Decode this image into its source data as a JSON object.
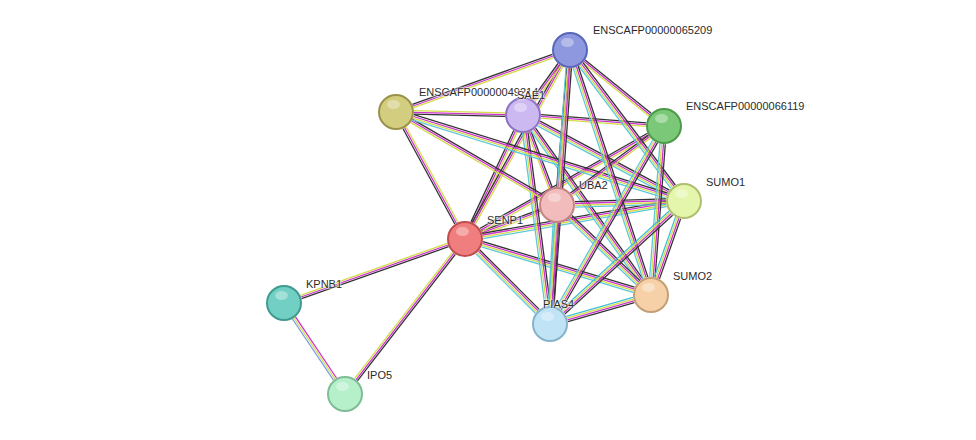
{
  "diagram": {
    "nodes": [
      {
        "text": [
          "ENSCAFP00000065209"
        ]
      },
      {
        "text": [
          "ENSCAFP00000049214"
        ]
      },
      {
        "text": [
          "SAE1"
        ]
      },
      {
        "text": [
          "ENSCAFP00000066119"
        ]
      },
      {
        "text": [
          "SUMO1"
        ]
      },
      {
        "text": [
          "UBA2"
        ]
      },
      {
        "text": [
          "SENP1"
        ]
      },
      {
        "text": [
          "KPNB1"
        ]
      },
      {
        "text": [
          "SUMO2"
        ]
      },
      {
        "text": [
          "PIAS4"
        ]
      },
      {
        "text": [
          "IPO5"
        ]
      }
    ],
    "edges": [
      {
        "from": 6,
        "to": 7,
        "arrow": "none"
      },
      {
        "from": 6,
        "to": 10,
        "arrow": "none"
      },
      {
        "from": 7,
        "to": 10,
        "arrow": "none"
      },
      {
        "from": 6,
        "to": 1,
        "arrow": "none"
      },
      {
        "from": 6,
        "to": 2,
        "arrow": "none"
      },
      {
        "from": 6,
        "to": 5,
        "arrow": "none"
      },
      {
        "from": 6,
        "to": 4,
        "arrow": "none"
      },
      {
        "from": 6,
        "to": 8,
        "arrow": "none"
      },
      {
        "from": 6,
        "to": 9,
        "arrow": "none"
      },
      {
        "from": 6,
        "to": 3,
        "arrow": "none"
      },
      {
        "from": 6,
        "to": 0,
        "arrow": "none"
      },
      {
        "from": 2,
        "to": 1,
        "arrow": "none"
      },
      {
        "from": 2,
        "to": 0,
        "arrow": "none"
      },
      {
        "from": 2,
        "to": 3,
        "arrow": "none"
      },
      {
        "from": 2,
        "to": 5,
        "arrow": "none"
      },
      {
        "from": 2,
        "to": 4,
        "arrow": "none"
      },
      {
        "from": 2,
        "to": 8,
        "arrow": "none"
      },
      {
        "from": 2,
        "to": 9,
        "arrow": "none"
      },
      {
        "from": 1,
        "to": 0,
        "arrow": "none"
      },
      {
        "from": 1,
        "to": 5,
        "arrow": "none"
      },
      {
        "from": 1,
        "to": 4,
        "arrow": "none"
      },
      {
        "from": 5,
        "to": 0,
        "arrow": "none"
      },
      {
        "from": 5,
        "to": 3,
        "arrow": "none"
      },
      {
        "from": 5,
        "to": 4,
        "arrow": "none"
      },
      {
        "from": 5,
        "to": 8,
        "arrow": "none"
      },
      {
        "from": 5,
        "to": 9,
        "arrow": "none"
      },
      {
        "from": 0,
        "to": 3,
        "arrow": "none"
      },
      {
        "from": 0,
        "to": 4,
        "arrow": "none"
      },
      {
        "from": 0,
        "to": 8,
        "arrow": "none"
      },
      {
        "from": 0,
        "to": 9,
        "arrow": "none"
      },
      {
        "from": 3,
        "to": 8,
        "arrow": "none"
      },
      {
        "from": 3,
        "to": 9,
        "arrow": "none"
      },
      {
        "from": 4,
        "to": 8,
        "arrow": "none"
      },
      {
        "from": 4,
        "to": 9,
        "arrow": "none"
      },
      {
        "from": 8,
        "to": 9,
        "arrow": "none"
      }
    ]
  }
}
